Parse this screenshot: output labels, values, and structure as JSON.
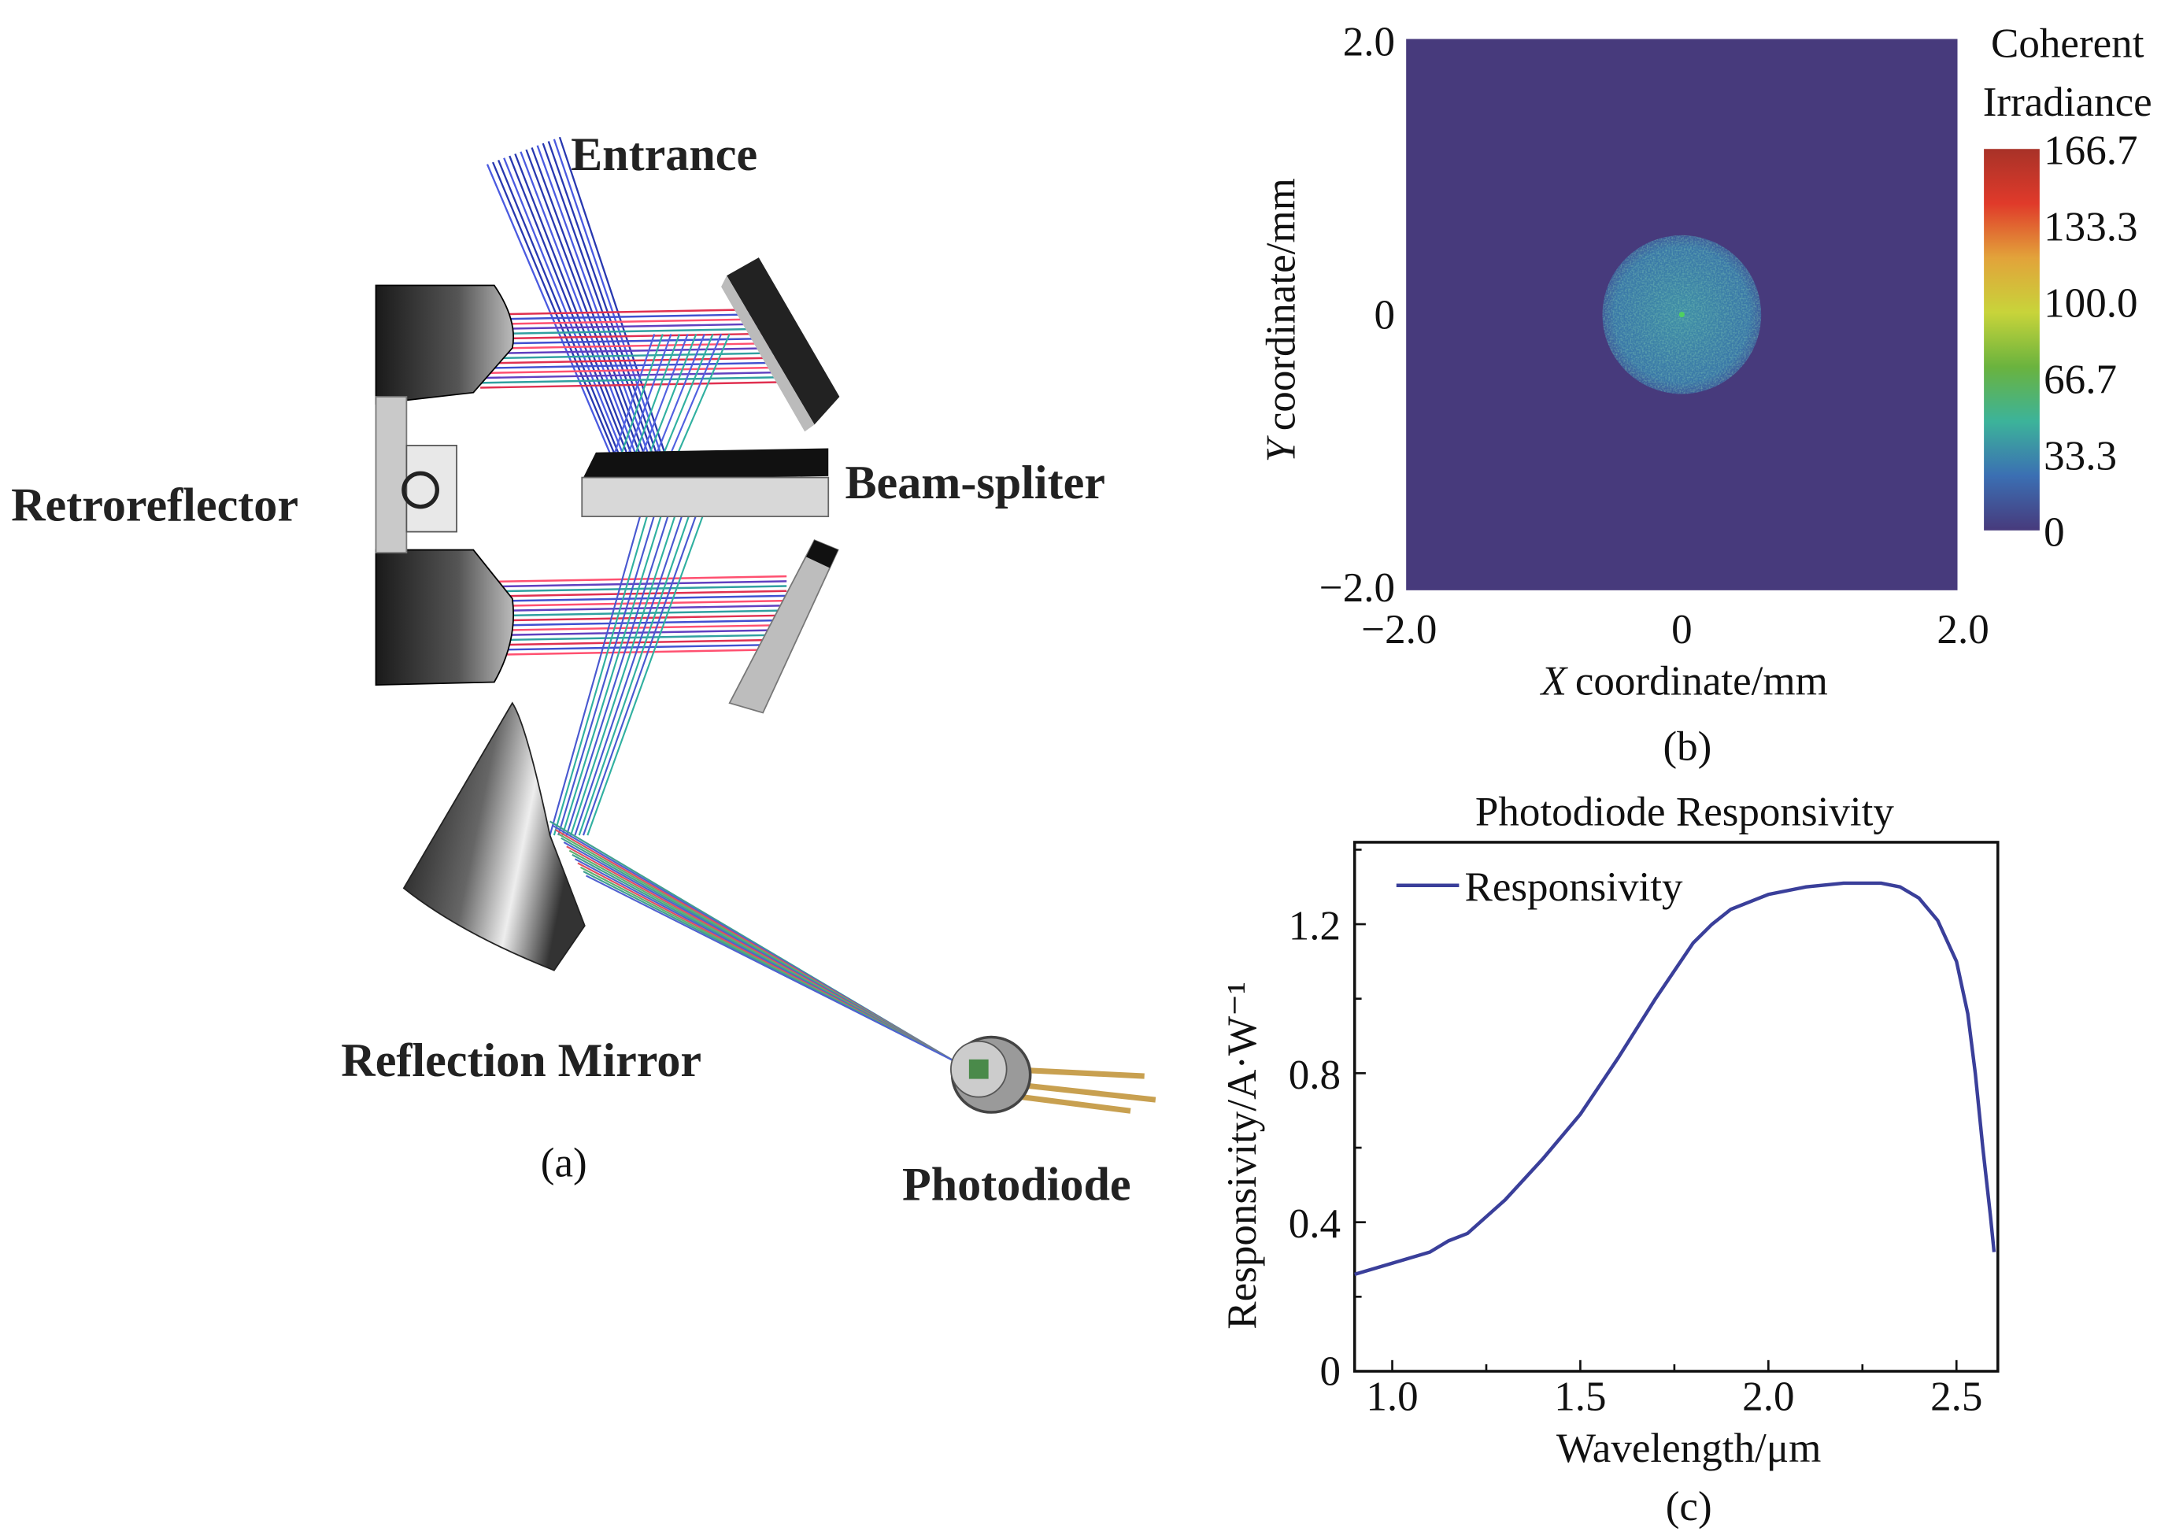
{
  "panel_a": {
    "labels": {
      "entrance": "Entrance",
      "retroreflector": "Retroreflector",
      "beam_splitter": "Beam-spliter",
      "reflection_mirror": "Reflection Mirror",
      "photodiode": "Photodiode"
    },
    "caption": "(a)"
  },
  "chart_data": [
    {
      "type": "heatmap",
      "caption": "(b)",
      "xlabel_var": "X",
      "xlabel": "coordinate/mm",
      "ylabel_var": "Y",
      "ylabel": "coordinate/mm",
      "xlim": [
        -2.0,
        2.0
      ],
      "ylim": [
        -2.0,
        2.0
      ],
      "xticks": [
        "−2.0",
        "0",
        "2.0"
      ],
      "yticks": [
        "−2.0",
        "0",
        "2.0"
      ],
      "colorbar": {
        "title_line1": "Coherent",
        "title_line2": "Irradiance",
        "range": [
          0,
          166.7
        ],
        "ticks": [
          "0",
          "33.3",
          "66.7",
          "100.0",
          "133.3",
          "166.7"
        ],
        "colors": [
          "#473a7c",
          "#3b6fb3",
          "#3cb39a",
          "#6ab33e",
          "#c8d43a",
          "#e2a33a",
          "#e03a2a",
          "#a83228"
        ]
      },
      "spot": {
        "center": [
          0,
          0
        ],
        "radius_mm": 0.57,
        "mean_level": 20,
        "peak_level": 60
      },
      "background_color": "#473a7c"
    },
    {
      "type": "line",
      "caption": "(c)",
      "title": "Photodiode Responsivity",
      "xlabel": "Wavelength/μm",
      "ylabel": "Responsivity/A·W⁻¹",
      "xlim": [
        0.9,
        2.61
      ],
      "ylim": [
        0,
        1.42
      ],
      "xticks": [
        1.0,
        1.5,
        2.0,
        2.5
      ],
      "xtick_labels": [
        "1.0",
        "1.5",
        "2.0",
        "2.5"
      ],
      "yticks": [
        0,
        0.4,
        0.8,
        1.2
      ],
      "ytick_labels": [
        "0",
        "0.4",
        "0.8",
        "1.2"
      ],
      "legend": "top-left",
      "series": [
        {
          "name": "Responsivity",
          "color": "#3a3f9a",
          "x": [
            0.9,
            1.0,
            1.1,
            1.15,
            1.2,
            1.3,
            1.4,
            1.5,
            1.6,
            1.7,
            1.8,
            1.85,
            1.9,
            2.0,
            2.1,
            2.2,
            2.3,
            2.35,
            2.4,
            2.45,
            2.5,
            2.53,
            2.55,
            2.57,
            2.59,
            2.6
          ],
          "y": [
            0.26,
            0.29,
            0.32,
            0.35,
            0.37,
            0.46,
            0.57,
            0.69,
            0.84,
            1.0,
            1.15,
            1.2,
            1.24,
            1.28,
            1.3,
            1.31,
            1.31,
            1.3,
            1.27,
            1.21,
            1.1,
            0.96,
            0.8,
            0.6,
            0.42,
            0.32
          ]
        }
      ]
    }
  ]
}
